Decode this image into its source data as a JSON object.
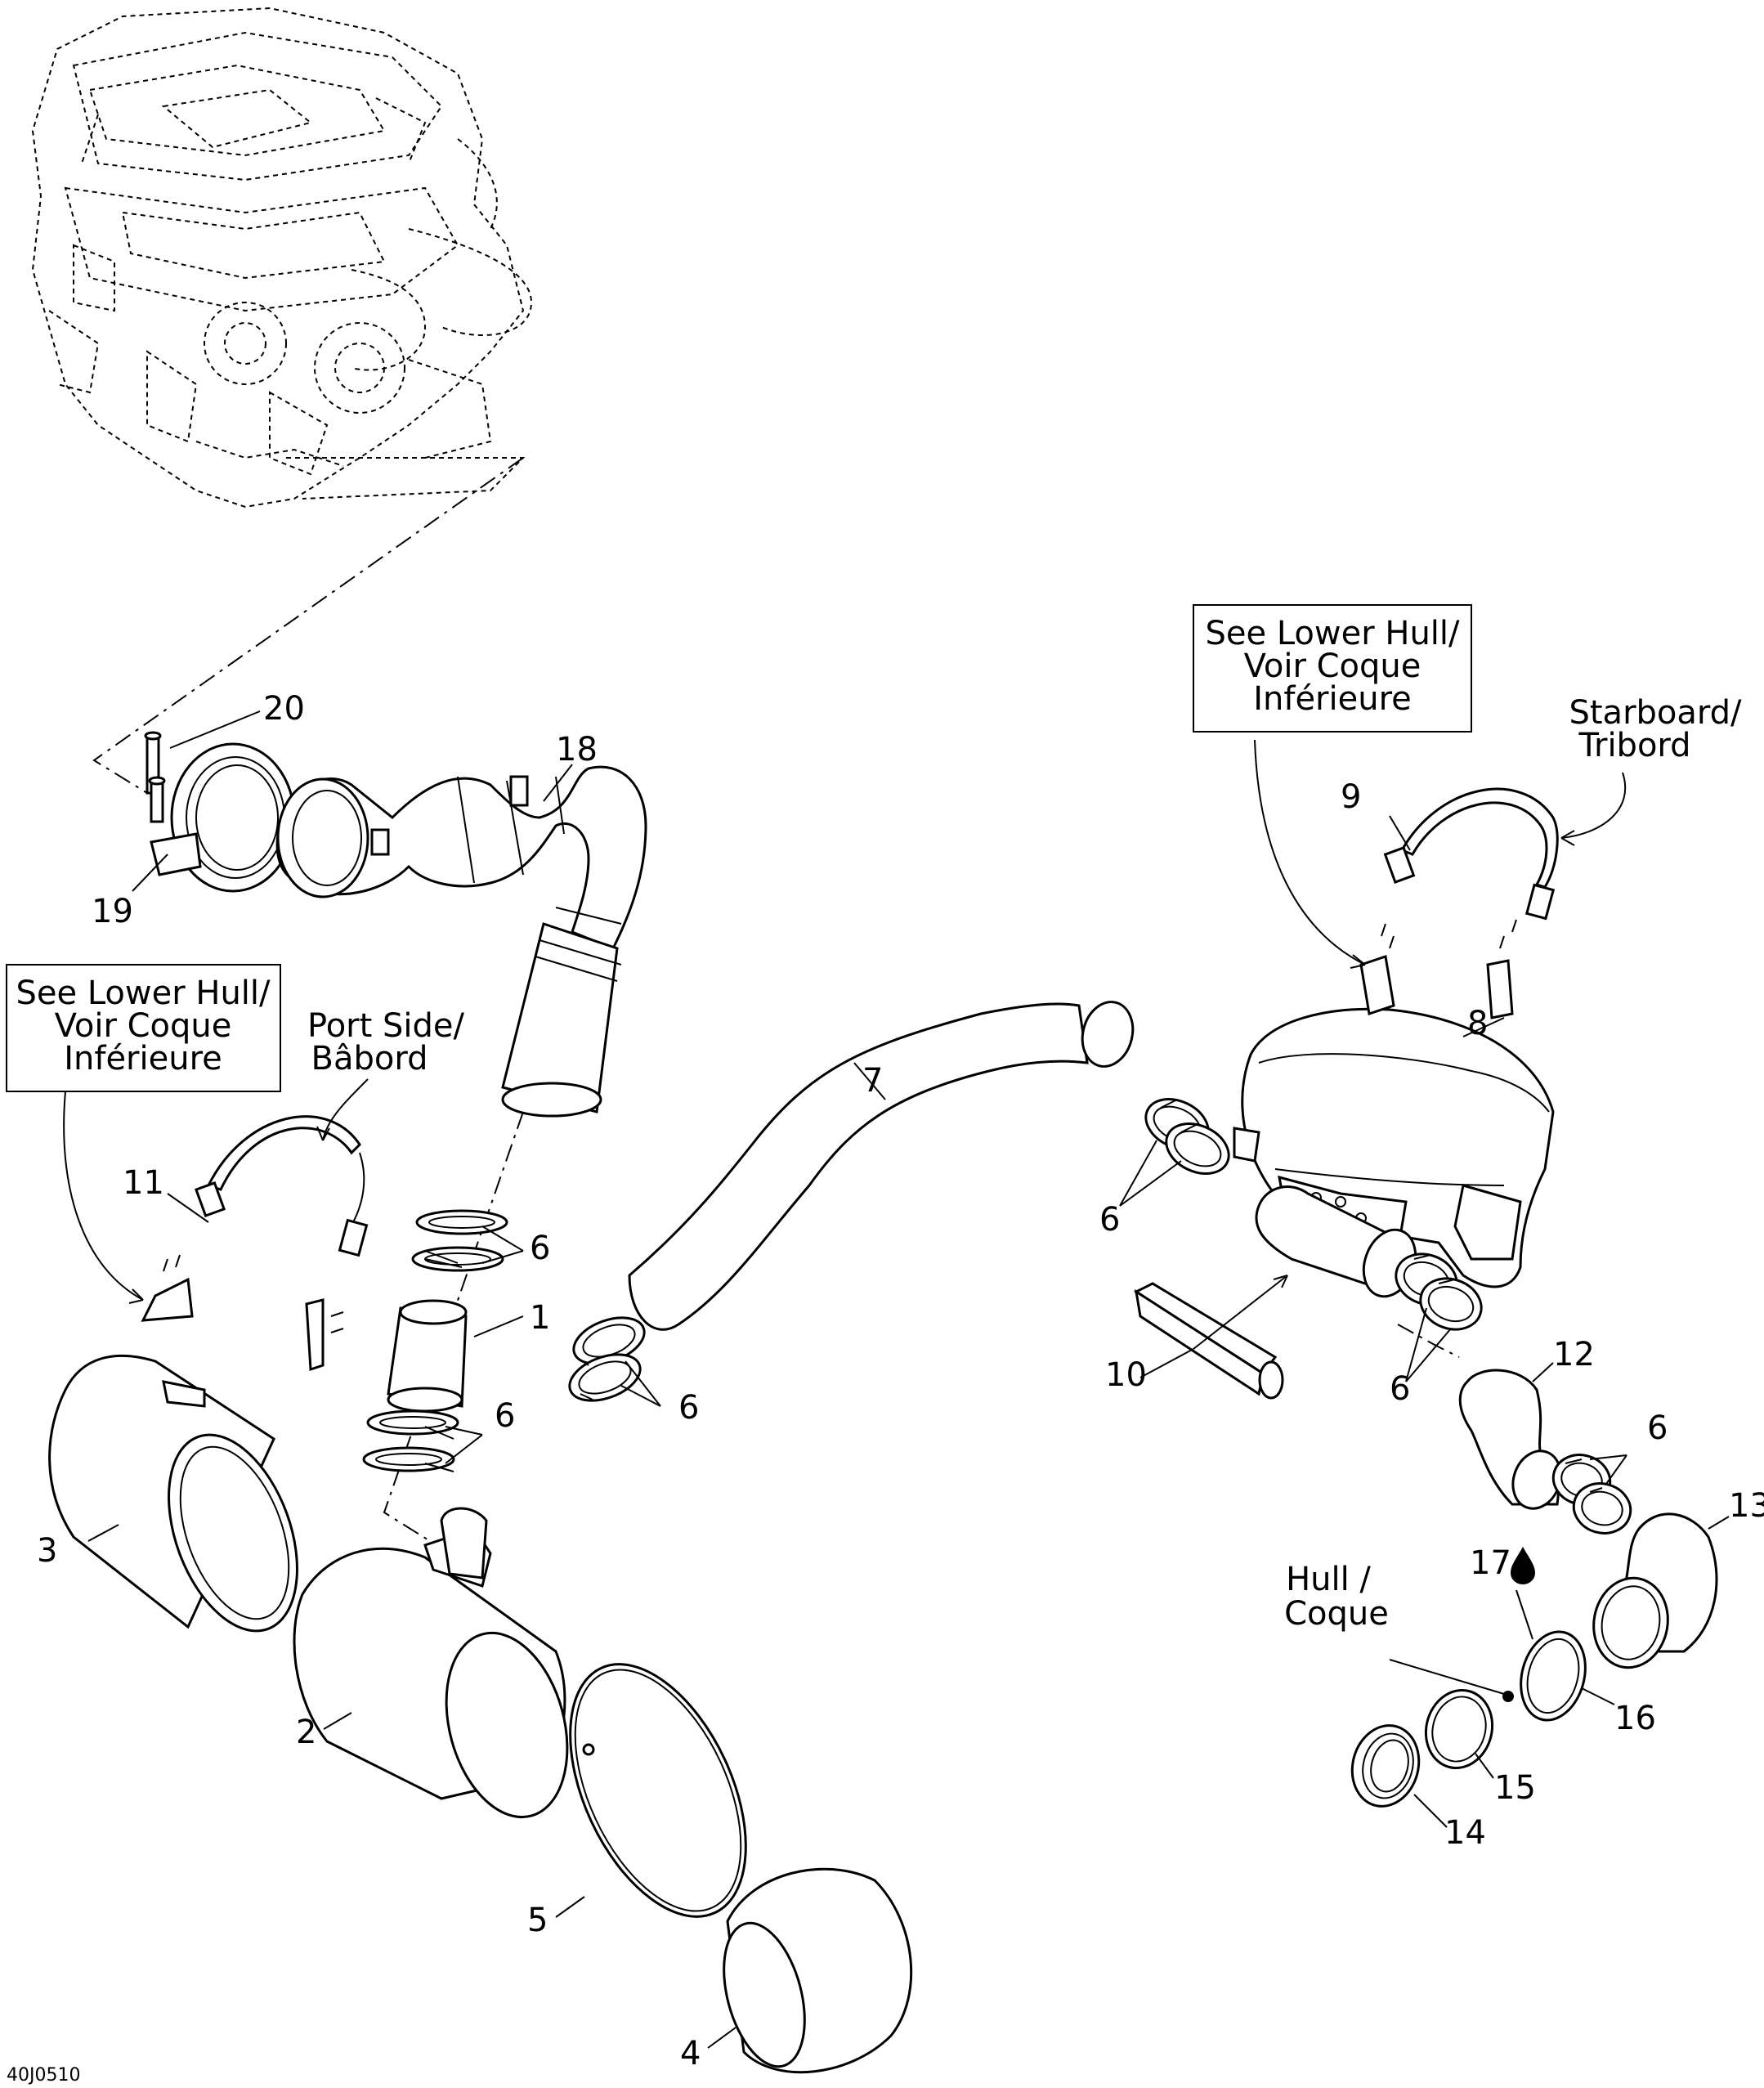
{
  "figure_code": "40J0510",
  "notes": {
    "lower_hull_left": [
      "See Lower Hull/",
      "Voir Coque",
      "Inférieure"
    ],
    "lower_hull_right": [
      "See Lower Hull/",
      "Voir Coque",
      "Inférieure"
    ],
    "port_side": [
      "Port Side/",
      "Bâbord"
    ],
    "starboard": [
      "Starboard/",
      "Tribord"
    ],
    "hull": [
      "Hull /",
      "Coque"
    ]
  },
  "callouts": {
    "c1": "1",
    "c2": "2",
    "c3": "3",
    "c4": "4",
    "c5": "5",
    "c6a": "6",
    "c6b": "6",
    "c6c": "6",
    "c6d": "6",
    "c6e": "6",
    "c6f": "6",
    "c7": "7",
    "c8": "8",
    "c9": "9",
    "c10": "10",
    "c11": "11",
    "c12": "12",
    "c13": "13",
    "c14": "14",
    "c15": "15",
    "c16": "16",
    "c17": "17",
    "c18": "18",
    "c19": "19",
    "c20": "20"
  }
}
